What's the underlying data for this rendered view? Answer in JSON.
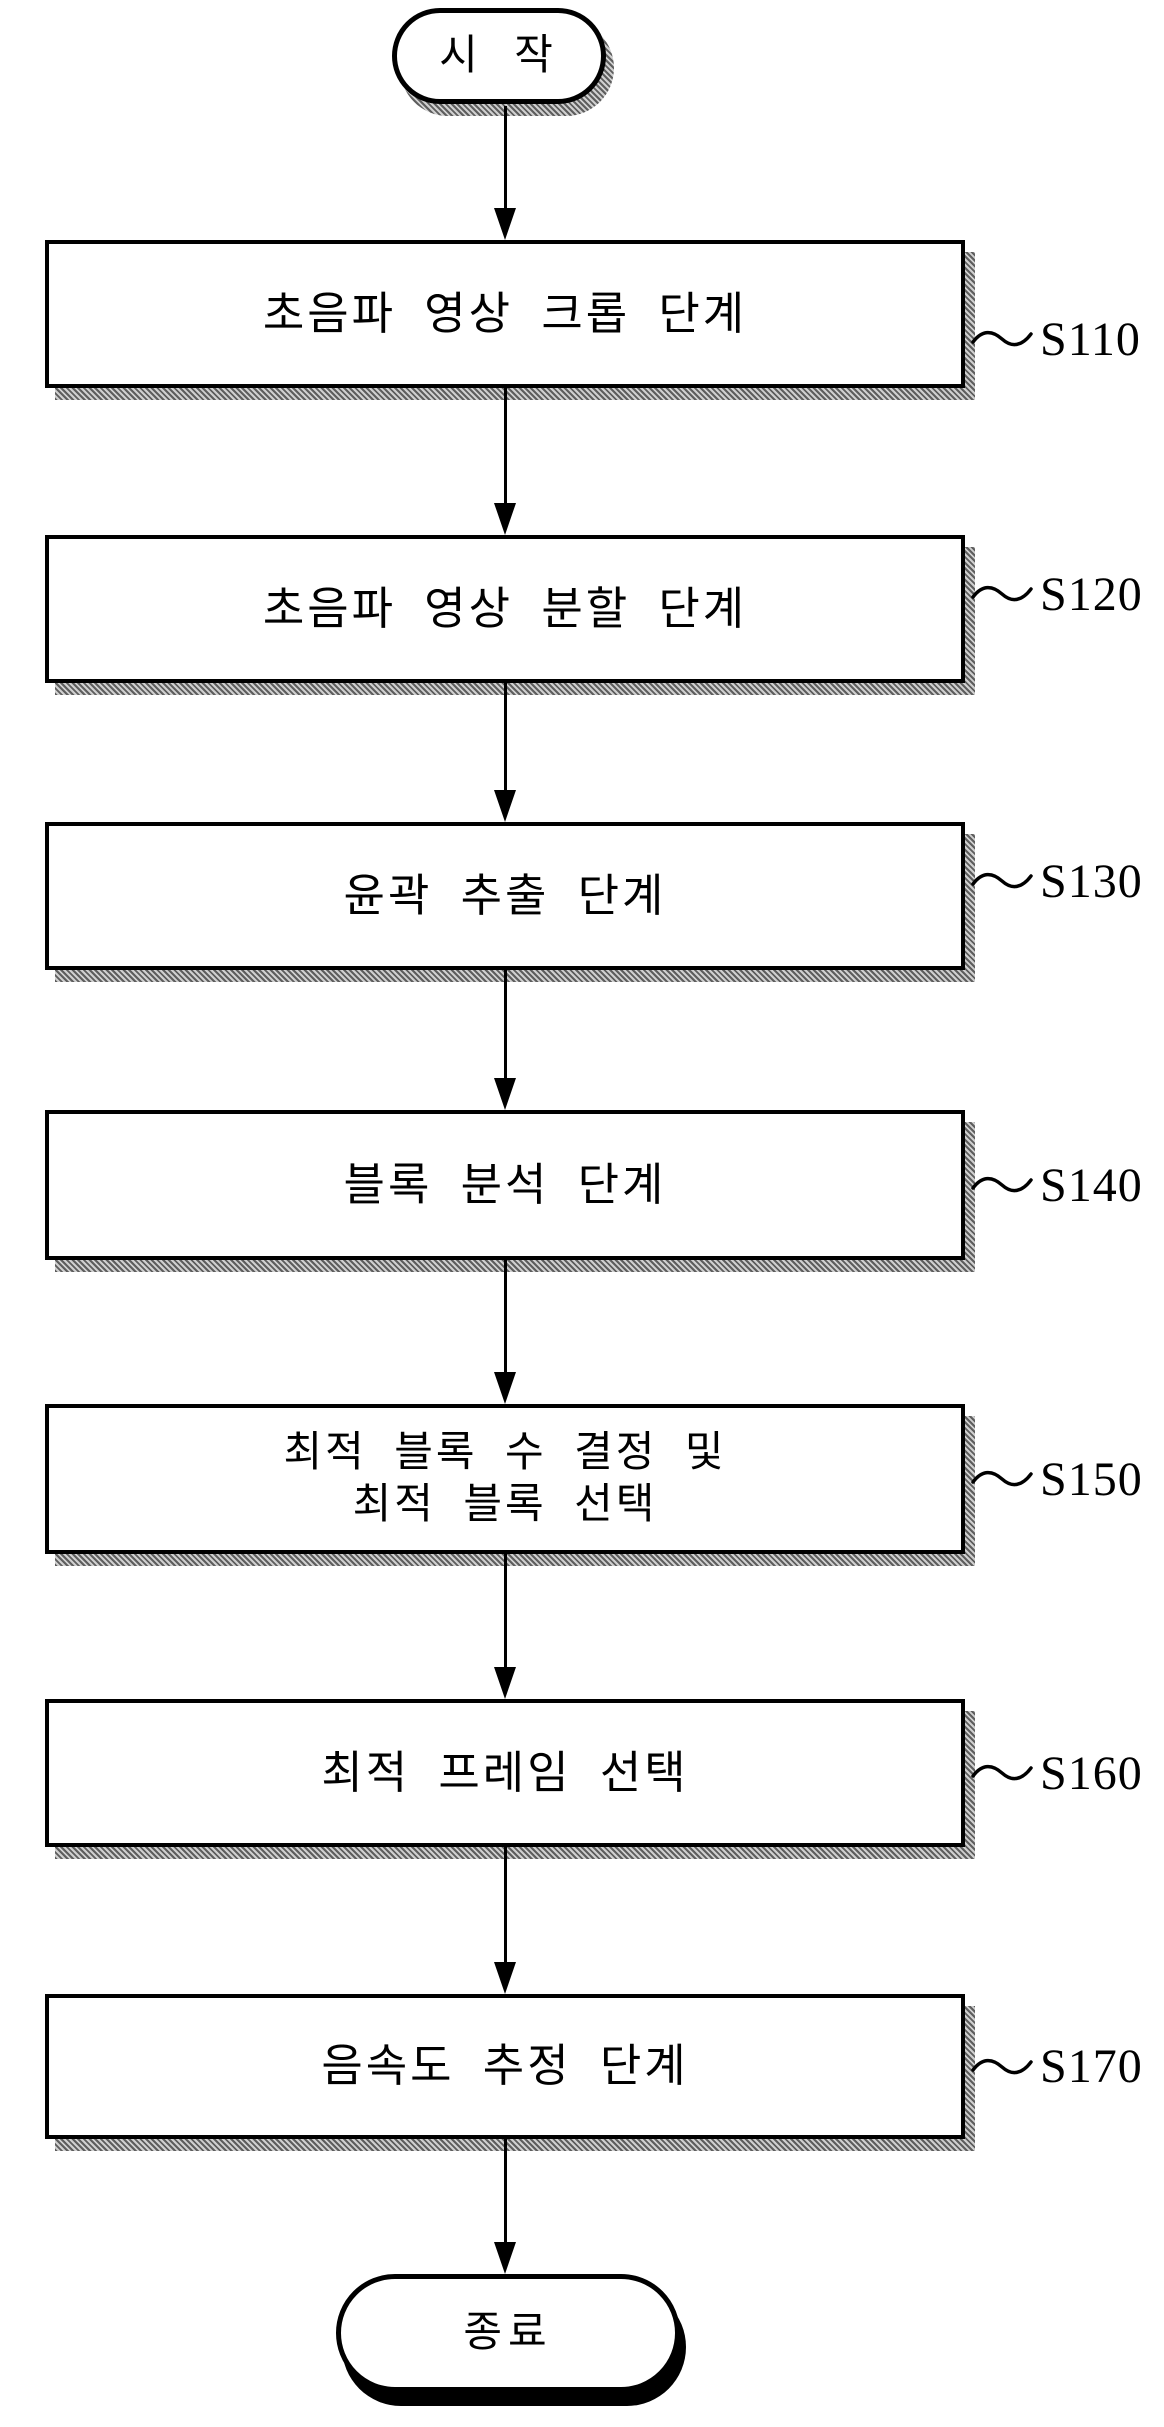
{
  "flow": {
    "start_label": "시 작",
    "end_label": "종료",
    "steps": [
      {
        "ref": "S110",
        "lines": [
          "초음파 영상 크롭 단계"
        ]
      },
      {
        "ref": "S120",
        "lines": [
          "초음파 영상 분할 단계"
        ]
      },
      {
        "ref": "S130",
        "lines": [
          "윤곽 추출 단계"
        ]
      },
      {
        "ref": "S140",
        "lines": [
          "블록 분석 단계"
        ]
      },
      {
        "ref": "S150",
        "lines": [
          "최적 블록 수 결정 및",
          "최적 블록 선택"
        ]
      },
      {
        "ref": "S160",
        "lines": [
          "최적 프레임 선택"
        ]
      },
      {
        "ref": "S170",
        "lines": [
          "음속도 추정 단계"
        ]
      }
    ],
    "colors": {
      "ink": "#000000",
      "paper": "#ffffff",
      "shadow_gray": "#8a8a8a"
    }
  }
}
